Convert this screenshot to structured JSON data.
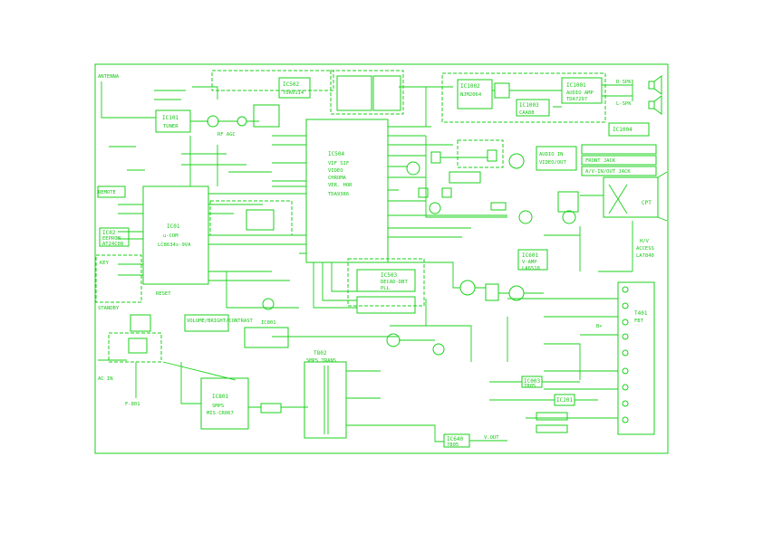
{
  "colors": {
    "line": "#19d119",
    "text": "#16c716",
    "background": "#ffffff"
  },
  "labels": {
    "antenna": "ANTENNA",
    "tuner": [
      "IC101",
      "TUNER"
    ],
    "micom": [
      "IC01",
      "u-COM",
      "LC8634x-9VA"
    ],
    "main_ic": [
      "IC504",
      "VIF SIF",
      "VIDEO",
      "CHROMA",
      "VER. HOR",
      "TDA9386"
    ],
    "pip": [
      "IC503",
      "DECAD-DBT",
      "PLL"
    ],
    "audio_amp": [
      "IC1001",
      "AUDIO AMP",
      "TDA7297"
    ],
    "ic1002": [
      "IC1002",
      "NJM2064"
    ],
    "ic1003": [
      "IC1003",
      "CAA88"
    ],
    "ic1004": "IC1004",
    "stereo": [
      "IC502",
      "TDA9114"
    ],
    "smps": [
      "IC801",
      "SMPS",
      "MIS-CR067"
    ],
    "flyback": [
      "T401",
      "FBT"
    ],
    "crt": "CPT",
    "rgb": [
      "IC601",
      "V-AMP",
      "LA6510"
    ],
    "eeprom": [
      "IC02",
      "EEPROM",
      "AT24C08"
    ],
    "ic201": "IC201",
    "ic801b": "IC801",
    "ic640": [
      "IC640",
      "7805"
    ],
    "ic003": [
      "IC003",
      "7805"
    ],
    "trans": [
      "T802",
      "SMPS TRANS"
    ],
    "vertical": [
      "H/V",
      "ACCESS",
      "LA7840"
    ],
    "audio_out": [
      "AUDIO IN",
      "VIDEO/OUT"
    ],
    "av_out": "A/V-IN/OUT JACK",
    "side_jack": "FRONT JACK",
    "speaker_l": "L-SPK",
    "speaker_r": "R-SPK",
    "vout": "V.OUT",
    "rf": "RF AGC",
    "bplus": "B+",
    "acin": "AC IN",
    "fuse": "F-801",
    "remote": "REMOTE",
    "key": "KEY",
    "reset": "RESET",
    "standby": "STANDBY",
    "volume": "VOLUME/BRIGHT/CONTRAST"
  }
}
